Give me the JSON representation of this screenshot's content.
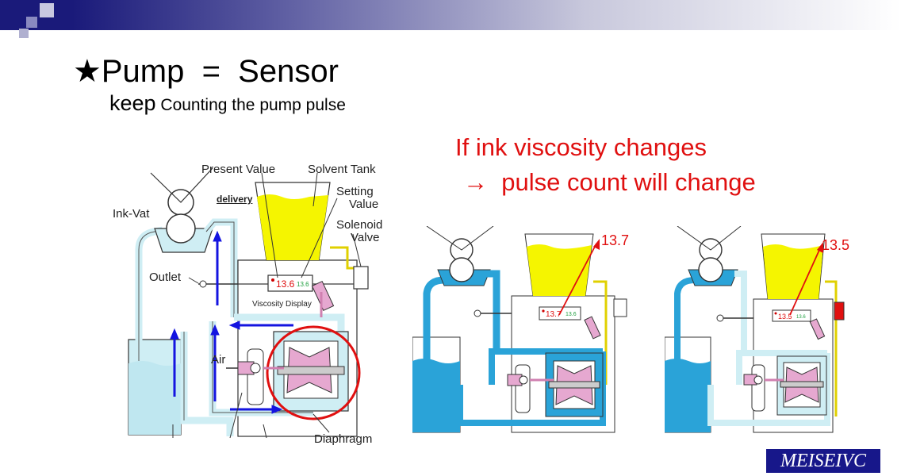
{
  "slide": {
    "title_prefix": "★",
    "title": "Pump  =  Sensor",
    "subtitle_big": "keep",
    "subtitle_small": " Counting the pump pulse",
    "note_line1": "If ink viscosity changes",
    "note_line2": "→  pulse count will change"
  },
  "left_diagram": {
    "labels": {
      "present_value": "Present Value",
      "solvent_tank": "Solvent Tank",
      "setting_value_1": "Setting",
      "setting_value_2": "Value",
      "delivery": "delivery",
      "ink_vat": "Ink-Vat",
      "solenoid_1": "Solenoid",
      "solenoid_2": "Valve",
      "outlet": "Outlet",
      "viscosity_display": "Viscosity Display",
      "air": "Air",
      "diaphragm": "Diaphragm"
    },
    "display_present": "13.6",
    "display_setting": "13.6"
  },
  "middle_diagram": {
    "callout_value": "13.7",
    "display_present": "13.7",
    "display_setting": "13.6"
  },
  "right_diagram": {
    "callout_value": "13.5",
    "display_present": "13.5",
    "display_setting": "13.6"
  },
  "logo": "MEISEIVC",
  "colors": {
    "title_bar": "#1a1a7a",
    "accent_red": "#e01010",
    "ink_blue": "#2aa3d8",
    "ink_light": "#cfeef4",
    "solvent_yellow": "#f5f500",
    "flow_arrow": "#1414e0",
    "pump_pink": "#e6a8d0",
    "logo_bg": "#17178a"
  }
}
